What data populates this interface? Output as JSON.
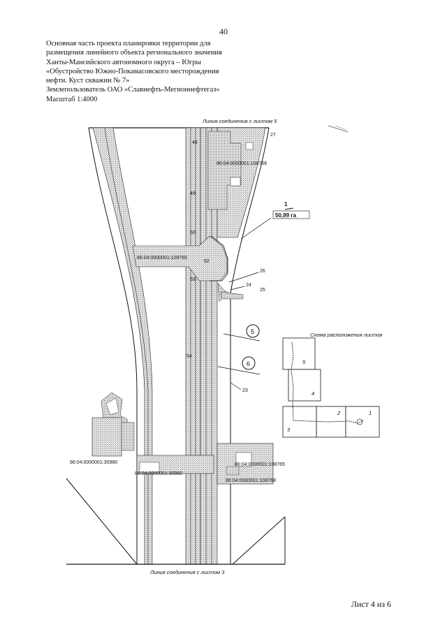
{
  "page_number": "40",
  "header": {
    "lines": [
      "Основная часть проекта планировки территории для",
      "размещения линейного объекта регионального значения",
      "Ханты-Мансийского автономного округа – Югры",
      "«Обустройство Южно-Покамасовского месторождения",
      "нефти. Куст скважин № 7»",
      "Землепользователь ОАО «Славнефть-Мегионнефтегаз»",
      "Масштаб 1:4000"
    ]
  },
  "map": {
    "join_top": "Линия соединения с листом 5",
    "join_bottom": "Линия соединения с листом 3",
    "area_label": "50,99 га",
    "area_marker": "1",
    "parcels": [
      "86:04:0000001:108768",
      "86:04:0000001:108765",
      "86:04:0000001:30980",
      "86:04:0000001:30980",
      "86:04:0000001:108765",
      "86:04:0000001:108768"
    ],
    "points": [
      "27",
      "48",
      "49",
      "50",
      "52",
      "53",
      "26",
      "24",
      "25",
      "54",
      "23"
    ],
    "circled": [
      "5",
      "6"
    ]
  },
  "key_map": {
    "title": "Схема расположения листов",
    "sheets": [
      "5",
      "4",
      "2",
      "1",
      "3"
    ]
  },
  "footer": "Лист 4 из 6"
}
